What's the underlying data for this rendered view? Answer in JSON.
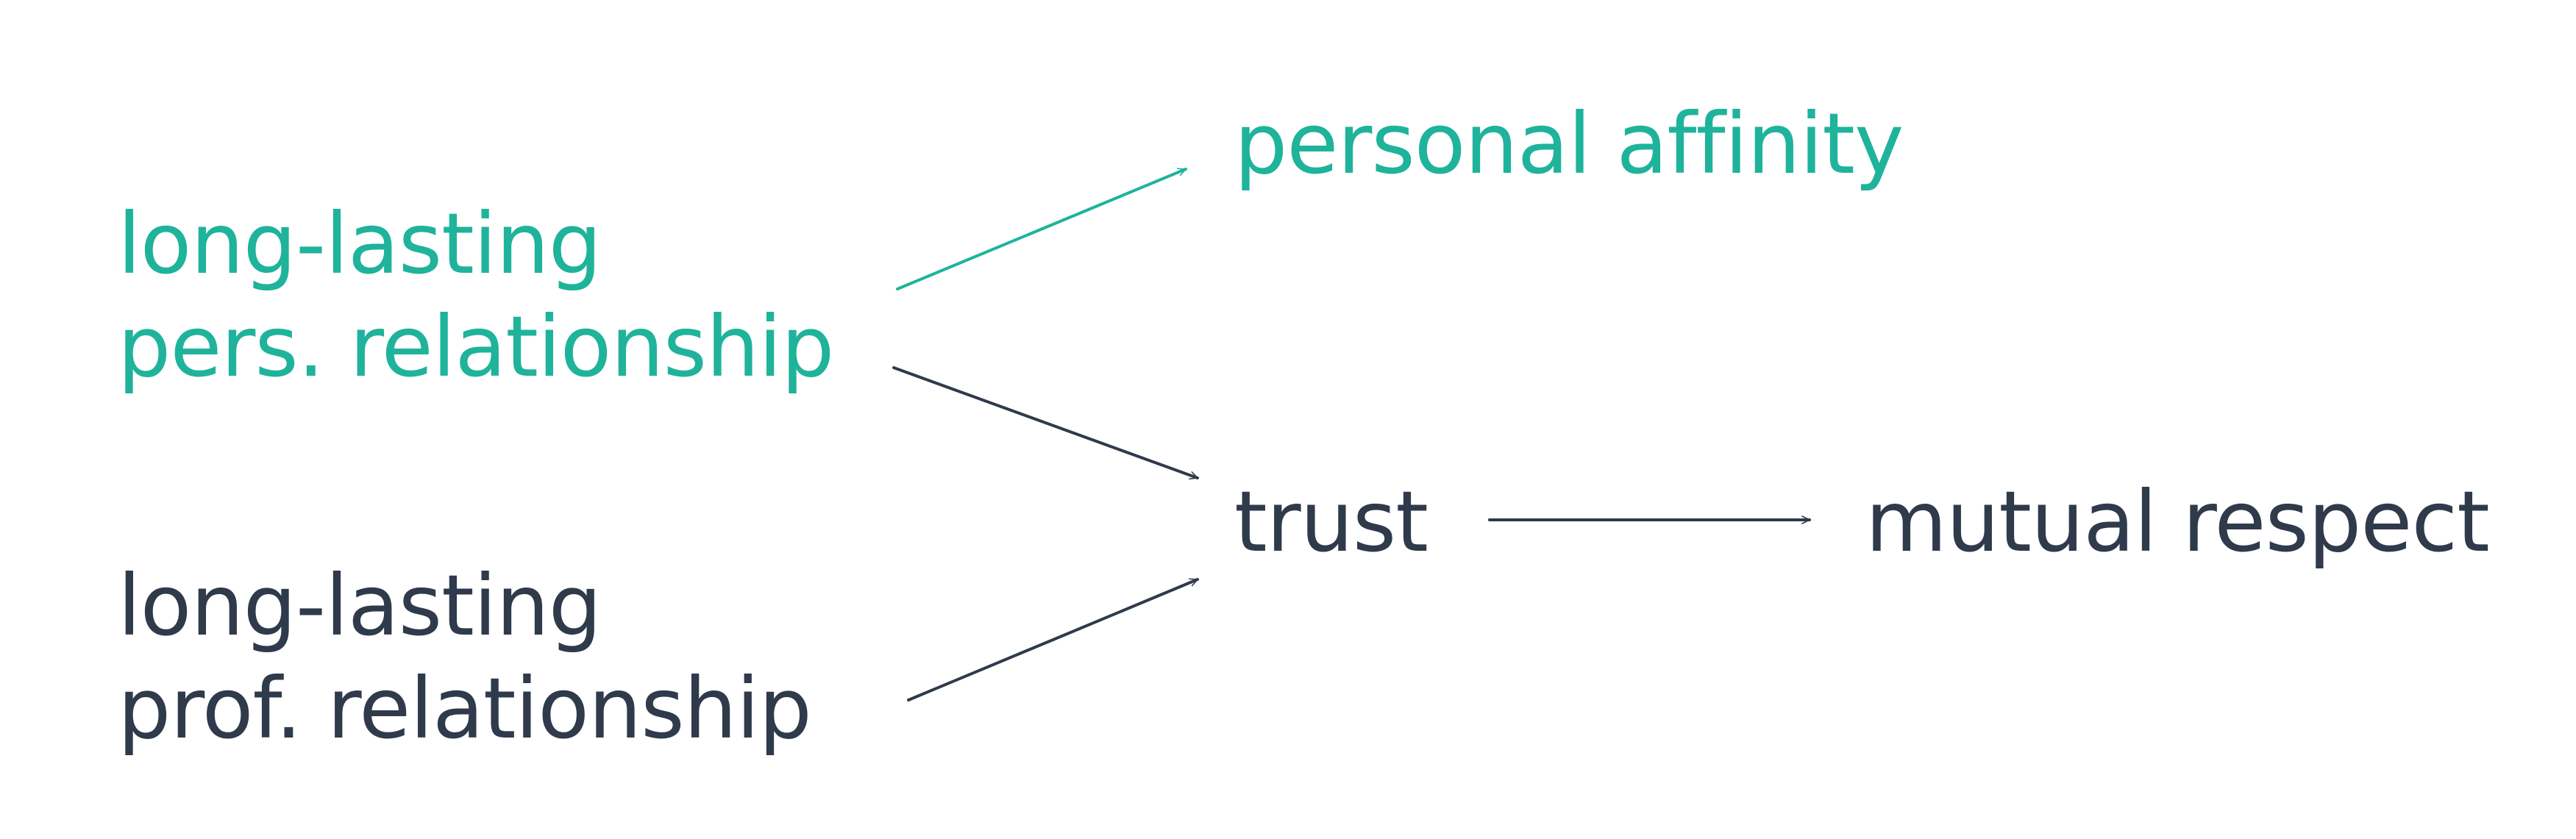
{
  "colors": {
    "accent": "#1fb39b",
    "dark": "#2f3a4b",
    "background": "#ffffff"
  },
  "nodes": {
    "personal_relationship": {
      "lines": [
        "long-lasting",
        "pers. relationship"
      ],
      "color": "accent"
    },
    "professional_relationship": {
      "lines": [
        "long-lasting",
        "prof. relationship"
      ],
      "color": "dark"
    },
    "personal_affinity": {
      "lines": [
        "personal affinity"
      ],
      "color": "accent"
    },
    "trust": {
      "lines": [
        "trust"
      ],
      "color": "dark"
    },
    "mutual_respect": {
      "lines": [
        "mutual respect"
      ],
      "color": "dark"
    }
  },
  "edges": [
    {
      "from": "personal_relationship",
      "to": "personal_affinity",
      "color": "accent"
    },
    {
      "from": "personal_relationship",
      "to": "trust",
      "color": "dark"
    },
    {
      "from": "professional_relationship",
      "to": "trust",
      "color": "dark"
    },
    {
      "from": "trust",
      "to": "mutual_respect",
      "color": "dark"
    }
  ]
}
